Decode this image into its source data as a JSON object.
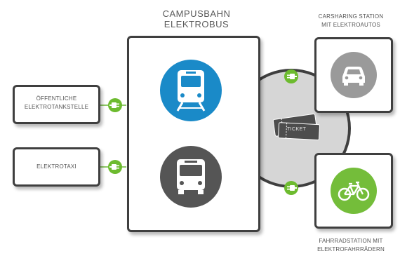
{
  "center_title": {
    "line1": "CAMPUSBAHN",
    "line2": "ELEKTROBUS"
  },
  "carsharing": {
    "line1": "CARSHARING STATION",
    "line2": "MIT ELEKTROAUTOS"
  },
  "bike_station": {
    "line1": "FAHRRADSTATION MIT",
    "line2": "ELEKTROFAHRRÄDERN"
  },
  "left_boxes": [
    {
      "line1": "ÖFFENTLICHE",
      "line2": "ELEKTROTANKSTELLE"
    },
    {
      "line1": "ELEKTROTAXI"
    }
  ],
  "ticket": {
    "label": "TICKET"
  },
  "colors": {
    "box_border": "#3f3f3f",
    "plug_green": "#6dbb2f",
    "train_blue": "#1a8ac8",
    "bus_gray": "#555555",
    "car_gray": "#9a9a9a",
    "bike_green": "#74bd3a",
    "hub_gray": "#d6d6d6"
  },
  "icons": [
    "train-icon",
    "bus-icon",
    "car-icon",
    "bicycle-icon",
    "ticket-icon",
    "plug-icon"
  ]
}
